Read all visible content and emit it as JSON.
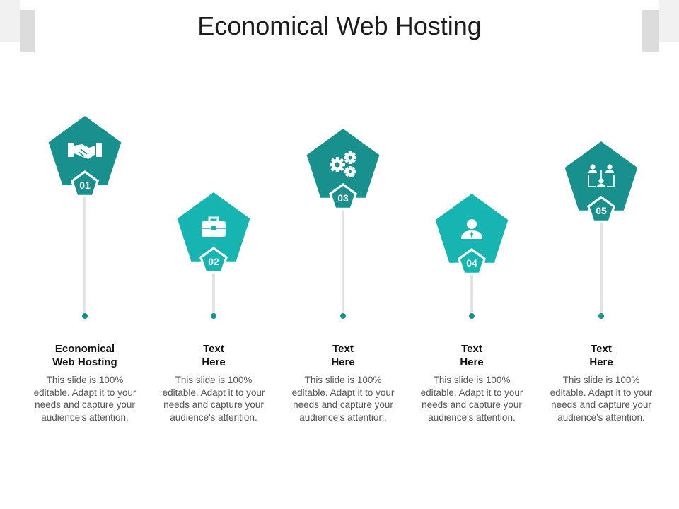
{
  "title": "Economical Web Hosting",
  "colors": {
    "dark": "#17908E",
    "light": "#17B5B1",
    "line": "#E3E3E3"
  },
  "steps": [
    {
      "number": "01",
      "heading": "Economical\nWeb Hosting",
      "description": "This slide is 100% editable. Adapt it to your needs and capture your audience's attention.",
      "icon": "handshake-icon",
      "shade": "dark"
    },
    {
      "number": "02",
      "heading": "Text\nHere",
      "description": "This slide is 100% editable. Adapt it to your needs and capture your audience's attention.",
      "icon": "briefcase-icon",
      "shade": "light"
    },
    {
      "number": "03",
      "heading": "Text\nHere",
      "description": "This slide is 100% editable. Adapt it to your needs and capture your audience's attention.",
      "icon": "gears-icon",
      "shade": "dark"
    },
    {
      "number": "04",
      "heading": "Text\nHere",
      "description": "This slide is 100% editable. Adapt it to your needs and capture your audience's attention.",
      "icon": "user-icon",
      "shade": "light"
    },
    {
      "number": "05",
      "heading": "Text\nHere",
      "description": "This slide is 100% editable. Adapt it to your needs and capture your audience's attention.",
      "icon": "team-hierarchy-icon",
      "shade": "dark"
    }
  ]
}
